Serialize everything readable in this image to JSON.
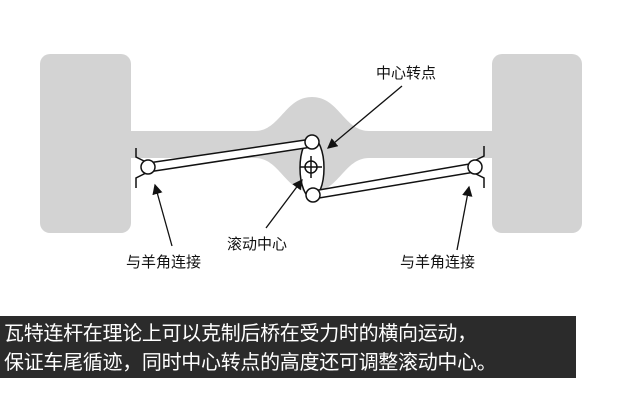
{
  "labels": {
    "pivot": "中心转点",
    "roll_center": "滚动中心",
    "left_knuckle": "与羊角连接",
    "right_knuckle": "与羊角连接"
  },
  "caption": {
    "line1": "瓦特连杆在理论上可以克制后桥在受力时的横向运动，",
    "line2": "保证车尾循迹，同时中心转点的高度还可调整滚动中心。"
  },
  "colors": {
    "body_gray": "#d3d3d3",
    "caption_bg": "#2b2b2b",
    "caption_text": "#ffffff"
  }
}
